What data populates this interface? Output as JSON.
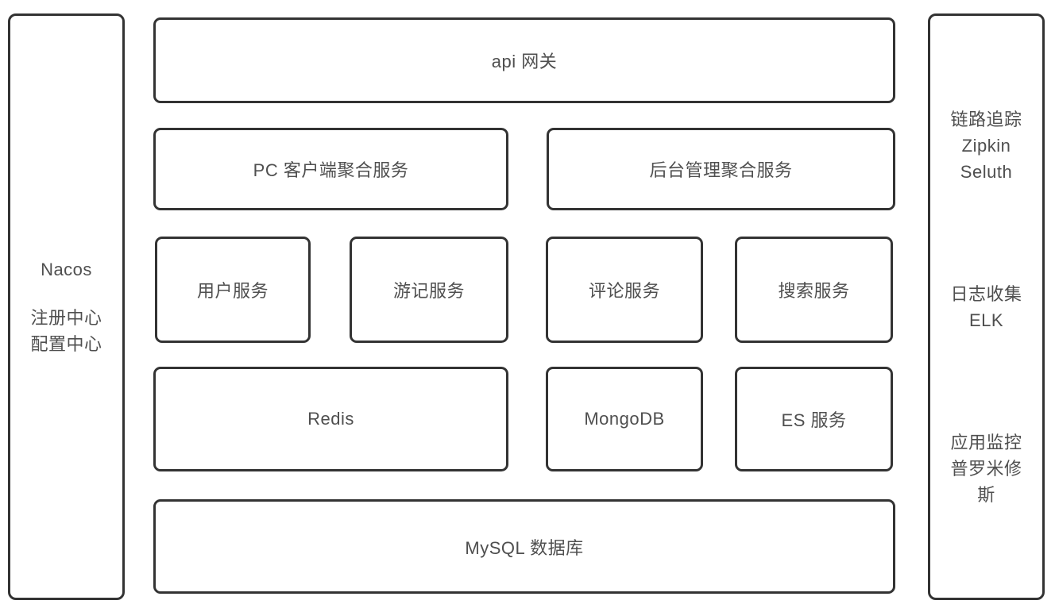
{
  "diagram": {
    "left_panel": {
      "title": "Nacos",
      "lines": [
        "注册中心",
        "配置中心"
      ]
    },
    "gateway_label": "api 网关",
    "pc_aggregation_label": "PC 客户端聚合服务",
    "admin_aggregation_label": "后台管理聚合服务",
    "user_service_label": "用户服务",
    "travel_service_label": "游记服务",
    "comment_service_label": "评论服务",
    "search_service_label": "搜索服务",
    "redis_label": "Redis",
    "mongodb_label": "MongoDB",
    "es_service_label": "ES 服务",
    "mysql_label": "MySQL 数据库",
    "right_panel": {
      "tracing_lines": [
        "链路追踪",
        "Zipkin",
        "Seluth"
      ],
      "logging_lines": [
        "日志收集",
        "ELK"
      ],
      "monitoring_lines": [
        "应用监控",
        "普罗米修",
        "斯"
      ]
    },
    "colors": {
      "border": "#333333",
      "text": "#4f4f4f",
      "background": "#ffffff"
    }
  }
}
